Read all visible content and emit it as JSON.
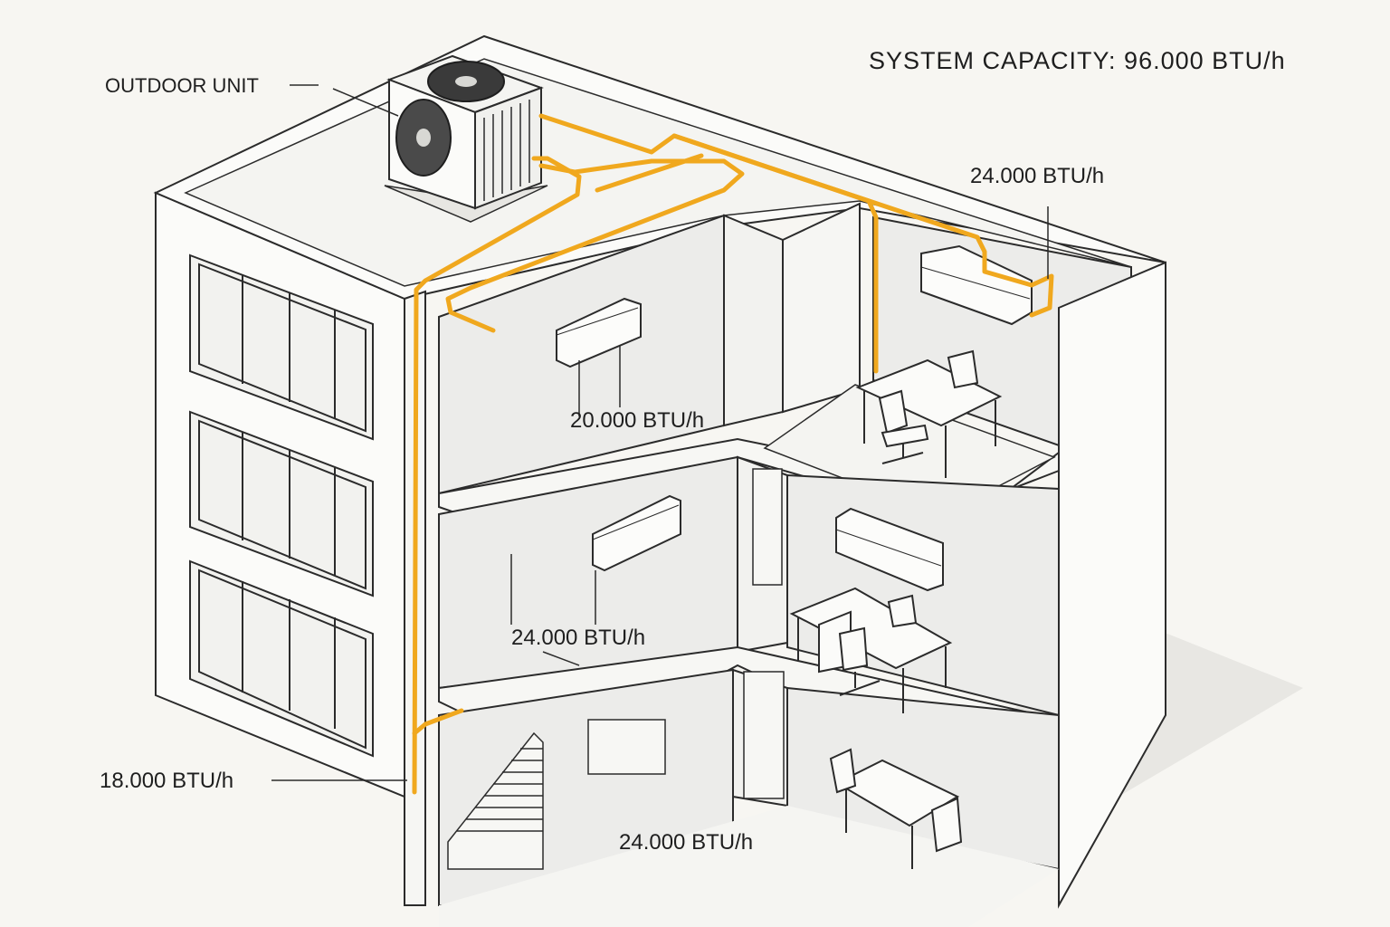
{
  "header": {
    "system_capacity": "SYSTEM CAPACITY: 96.000 BTU/h"
  },
  "labels": {
    "outdoor_unit": "OUTDOOR UNIT",
    "unit_top_left": "20.000 BTU/h",
    "unit_top_right": "24.000 BTU/h",
    "unit_middle_left": "24.000 BTU/h",
    "unit_bottom": "24.000 BTU/h",
    "unit_ground_left": "18.000 BTU/h"
  },
  "colors": {
    "refrigerant_pipe": "#f0a81e",
    "line": "#2b2b2b",
    "wall": "#fbfbf9",
    "interior": "#ececea",
    "shadow": "#e6e5e1"
  }
}
